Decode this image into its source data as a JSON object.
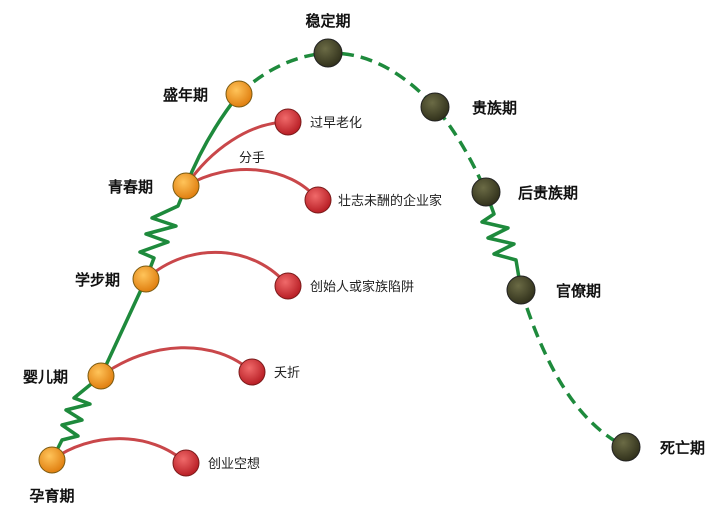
{
  "title": "企业生命周期",
  "colors": {
    "growth_line": "#1e8a3c",
    "trap_line": "#c9474a",
    "growth_node": "#f29a1f",
    "decline_node": "#4a4a2c",
    "trap_node": "#d8343a"
  },
  "stages": {
    "s1": "孕育期",
    "s2": "婴儿期",
    "s3": "学步期",
    "s4": "青春期",
    "s5": "盛年期",
    "s6": "稳定期",
    "s7": "贵族期",
    "s8": "后贵族期",
    "s9": "官僚期",
    "s10": "死亡期"
  },
  "traps": {
    "t1": "创业空想",
    "t2": "夭折",
    "t3": "创始人或家族陷阱",
    "t4": "壮志未酬的企业家",
    "t5": "过早老化",
    "split": "分手"
  }
}
